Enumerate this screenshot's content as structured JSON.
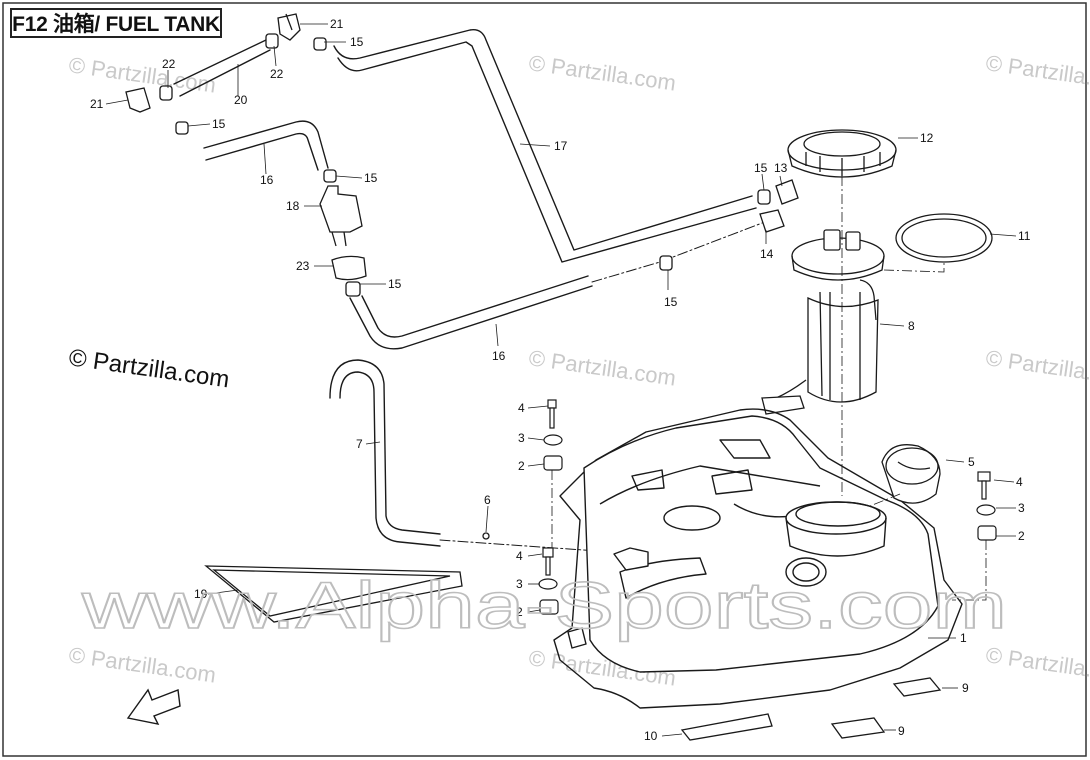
{
  "title": "F12 油箱/ FUEL TANK",
  "watermarks": {
    "partzilla_light": "© Partzilla.com",
    "partzilla_dark": "© Partzilla.com",
    "alpha": "www.Alpha-Sports.com"
  },
  "callouts": [
    "21",
    "15",
    "22",
    "22",
    "20",
    "21",
    "15",
    "16",
    "15",
    "18",
    "17",
    "12",
    "15",
    "13",
    "14",
    "11",
    "23",
    "15",
    "15",
    "16",
    "8",
    "7",
    "4",
    "3",
    "2",
    "5",
    "4",
    "3",
    "6",
    "2",
    "4",
    "3",
    "2",
    "19",
    "1",
    "9",
    "10",
    "9"
  ],
  "colors": {
    "line": "#1a1a1a",
    "frame": "#333333",
    "watermark": "#c9c9c9"
  }
}
